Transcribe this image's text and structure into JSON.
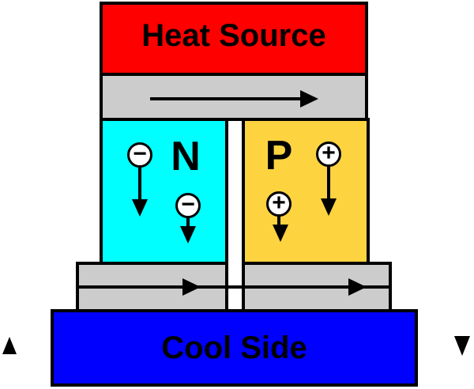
{
  "diagram": {
    "type": "thermoelectric-generator",
    "background_color": "#FFFFFF",
    "outline_color": "#000000",
    "heat_source": {
      "label": "Heat Source",
      "color": "#FF0000",
      "text_color": "#000000"
    },
    "cool_side": {
      "label": "Cool Side",
      "color": "#0000FF",
      "text_color": "#000000"
    },
    "n_block": {
      "label": "N",
      "color": "#00FFFF"
    },
    "p_block": {
      "label": "P",
      "color": "#FDD340"
    },
    "conductors": {
      "color": "#CCCCCC",
      "top_arrow_direction": "right",
      "bottom_left_arrow_direction": "right",
      "bottom_right_arrow_direction": "right"
    },
    "carriers": [
      {
        "block": "N",
        "symbol": "−",
        "motion": "down",
        "arrow_length": "long"
      },
      {
        "block": "N",
        "symbol": "−",
        "motion": "down",
        "arrow_length": "short"
      },
      {
        "block": "P",
        "symbol": "+",
        "motion": "down",
        "arrow_length": "long"
      },
      {
        "block": "P",
        "symbol": "+",
        "motion": "down",
        "arrow_length": "short"
      }
    ],
    "side_markers": {
      "left": "up-triangle",
      "right": "down-triangle"
    },
    "icons": {
      "current_arrow": "right-arrow-icon",
      "carrier_arrow": "down-arrow-icon",
      "left_marker": "up-triangle-icon",
      "right_marker": "down-triangle-icon"
    }
  }
}
